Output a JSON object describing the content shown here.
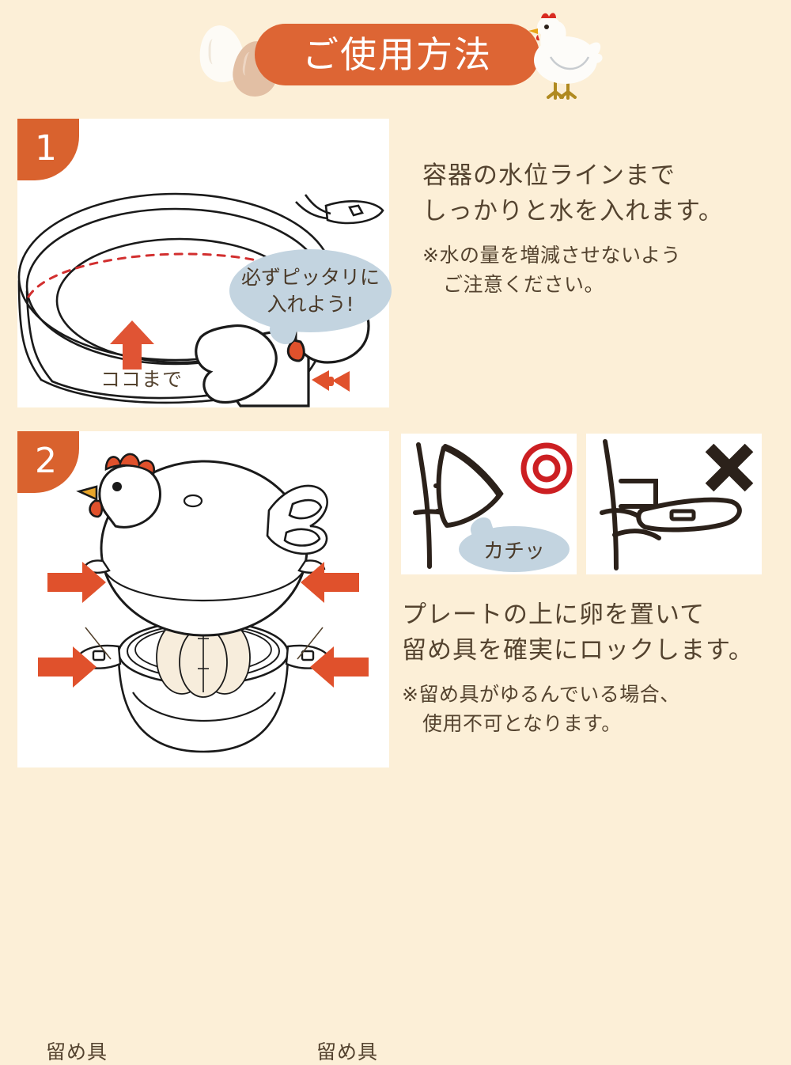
{
  "page": {
    "background_color": "#fcefd7",
    "accent_orange": "#dd6534",
    "arrow_red": "#e05434",
    "text_brown": "#54432f",
    "bubble_blue": "#c3d4e0",
    "ok_red": "#cc1f22",
    "ng_black": "#2b211a"
  },
  "header": {
    "title": "ご使用方法",
    "icons": {
      "egg_white": "white-egg-icon",
      "egg_brown": "brown-egg-icon",
      "chicken": "chicken-mascot-icon"
    }
  },
  "steps": [
    {
      "number": "1",
      "illustration": {
        "bubble": "必ずピッタリに\n入れよう!",
        "bubble_line1": "必ずピッタリに",
        "bubble_line2": "入れよう!",
        "arrow_label": "ココまで",
        "water_line": "dashed-red-water-level-line",
        "characters": [
          "chicken-character",
          "water-container-bowl"
        ]
      },
      "main_line1": "容器の水位ラインまで",
      "main_line2": "しっかりと水を入れます。",
      "note_line1": "※水の量を増減させないよう",
      "note_line2": "ご注意ください。"
    },
    {
      "number": "2",
      "illustration": {
        "clip_label_left": "留め具",
        "clip_label_right": "留め具",
        "arrows": 4,
        "characters": [
          "chicken-shaped-lid",
          "egg-plate-bowl",
          "eggs"
        ]
      },
      "main_line1": "プレートの上に卵を置いて",
      "main_line2": "留め具を確実にロックします。",
      "note_line1": "※留め具がゆるんでいる場合、",
      "note_line2": "使用不可となります。"
    }
  ],
  "detail_panels": {
    "ok": {
      "symbol": "◎",
      "symbol_name": "circle-ok-icon",
      "sound_label": "カチッ",
      "meaning": "correct-locked-clasp"
    },
    "ng": {
      "symbol": "✕",
      "symbol_name": "cross-ng-icon",
      "meaning": "incorrect-unlocked-clasp"
    }
  }
}
